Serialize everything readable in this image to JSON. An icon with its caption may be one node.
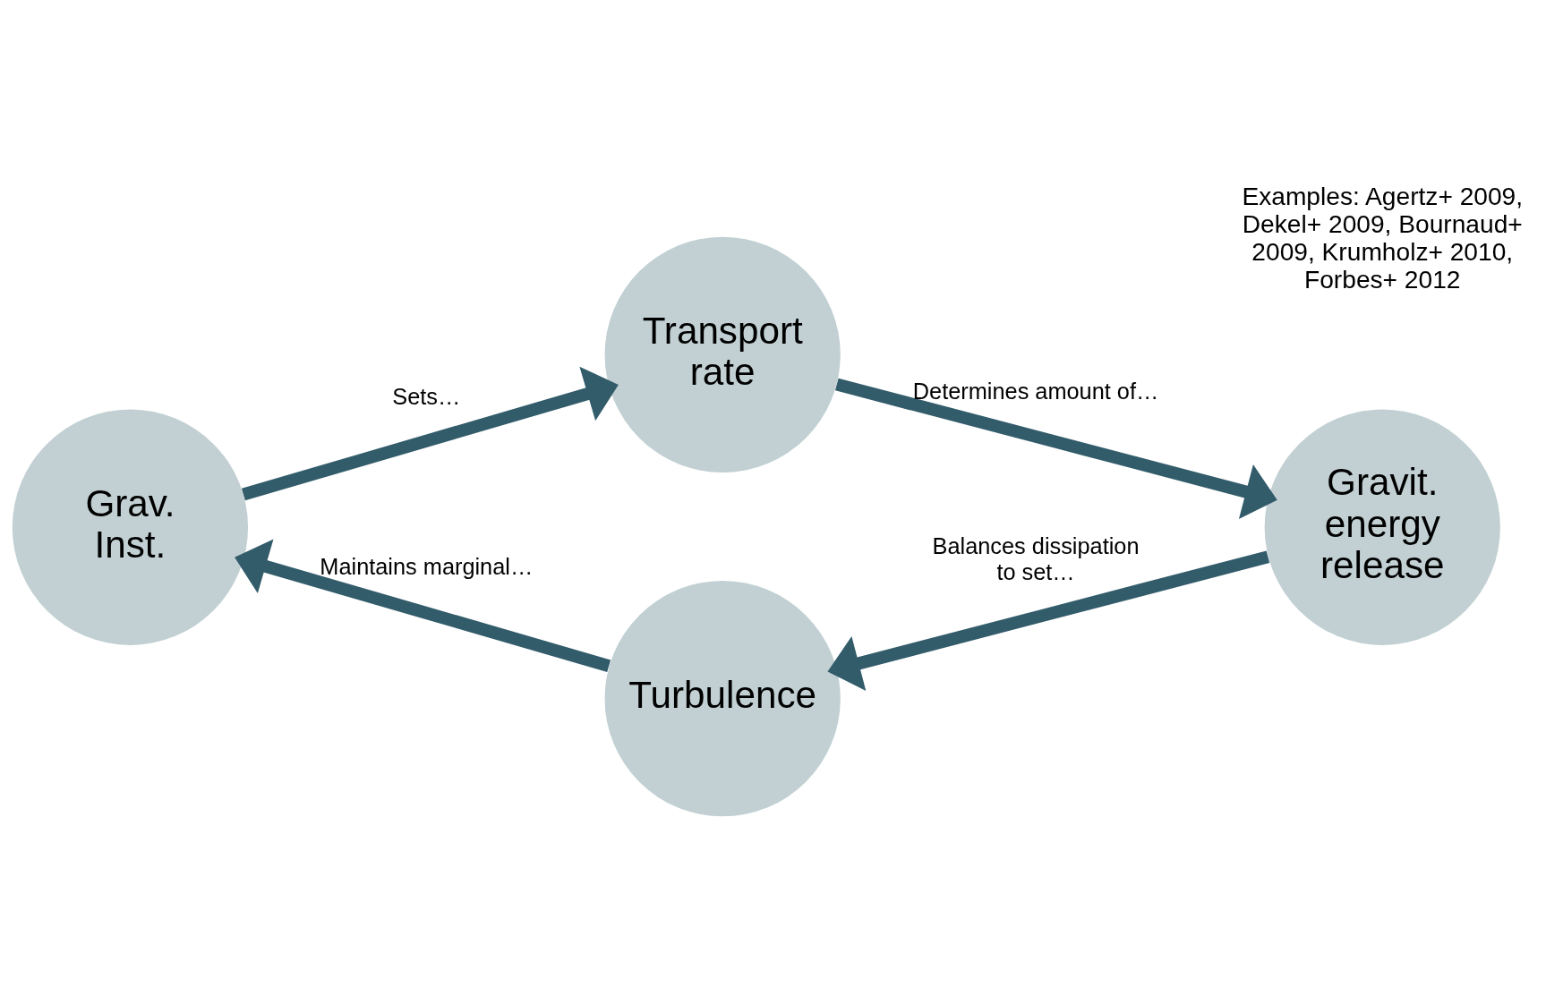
{
  "diagram": {
    "nodes": [
      {
        "text": [
          "Grav. Inst."
        ]
      },
      {
        "text": [
          "Transport rate"
        ]
      },
      {
        "text": [
          "Gravit. energy release"
        ]
      },
      {
        "text": [
          "Turbulence"
        ]
      }
    ],
    "edges": [
      {
        "from": 0,
        "to": 1,
        "arrow": "to",
        "label": "Sets…"
      },
      {
        "from": 1,
        "to": 2,
        "arrow": "to",
        "label": "Determines amount of…"
      },
      {
        "from": 2,
        "to": 3,
        "arrow": "to",
        "label": "Balances dissipation to set…"
      },
      {
        "from": 3,
        "to": 0,
        "arrow": "to",
        "label": "Maintains marginal…"
      }
    ],
    "labels": [
      "Examples: Agertz+ 2009, Dekel+ 2009, Bournaud+ 2009, Krumholz+ 2010, Forbes+ 2012"
    ]
  }
}
